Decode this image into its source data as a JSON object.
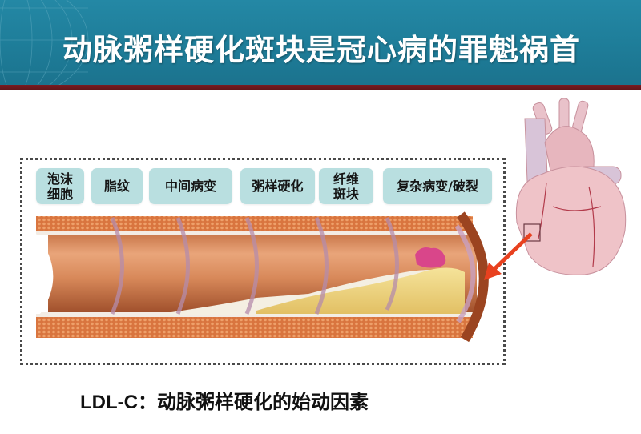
{
  "slide": {
    "title": "动脉粥样硬化斑块是冠心病的罪魁祸首",
    "caption": "LDL-C：动脉粥样硬化的始动因素"
  },
  "stages": [
    {
      "label": "泡沫\n细胞"
    },
    {
      "label": "脂纹"
    },
    {
      "label": "中间病变"
    },
    {
      "label": "粥样硬化"
    },
    {
      "label": "纤维\n斑块"
    },
    {
      "label": "复杂病变/破裂"
    }
  ],
  "figures": {
    "artery": "artery-cross-section-progression",
    "heart": "heart-coronary-arteries",
    "pointer": "red-arrow"
  },
  "colors": {
    "header": "#1f7f9b",
    "header_bar": "#6e1a1e",
    "label_bg": "#b9dfe0",
    "arrow": "#e8411f",
    "plaque": "#f2dc8a",
    "thrombus": "#d9468a"
  }
}
